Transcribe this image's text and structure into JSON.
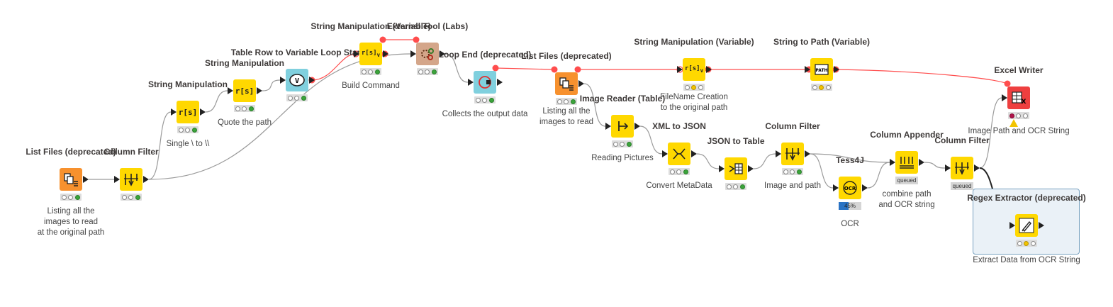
{
  "nodes": [
    {
      "id": "list-files-1",
      "title": "List Files (deprecated)",
      "desc": "Listing all the\nimages to read\nat the original path",
      "kind": "source",
      "color": "#f7912e",
      "status": "ggg"
    },
    {
      "id": "column-filter-1",
      "title": "Column Filter",
      "desc": "",
      "kind": "filter",
      "color": "#ffd800",
      "status": "ggg"
    },
    {
      "id": "string-manip-1",
      "title": "String Manipulation",
      "desc": "Single \\ to \\\\",
      "kind": "rs",
      "color": "#ffd800",
      "status": "ggg"
    },
    {
      "id": "string-manip-2",
      "title": "String Manipulation",
      "desc": "Quote the path",
      "kind": "rs",
      "color": "#ffd800",
      "status": "ggg"
    },
    {
      "id": "table-row-loop",
      "title": "Table Row to Variable Loop Start",
      "desc": "",
      "kind": "loopstart",
      "color": "#80d0de",
      "status": "ggg"
    },
    {
      "id": "string-manip-var-1",
      "title": "String Manipulation (Variable)",
      "desc": "Build Command",
      "kind": "rsv",
      "color": "#ffd800",
      "status": "ggg"
    },
    {
      "id": "external-tool",
      "title": "External Tool (Labs)",
      "desc": "",
      "kind": "tool",
      "color": "#d4a68a",
      "status": "ggg"
    },
    {
      "id": "loop-end",
      "title": "Loop End (deprecated)",
      "desc": "Collects the output data",
      "kind": "loopend",
      "color": "#80d0de",
      "status": "ggg"
    },
    {
      "id": "list-files-2",
      "title": "List Files (deprecated)",
      "desc": "Listing all the\nimages to read",
      "kind": "source",
      "color": "#f7912e",
      "status": "ggg"
    },
    {
      "id": "string-manip-var-2",
      "title": "String Manipulation (Variable)",
      "desc": "FileName Creation\nto the original path",
      "kind": "rsv",
      "color": "#ffd800",
      "status": "yyy"
    },
    {
      "id": "string-to-path",
      "title": "String to Path (Variable)",
      "desc": "",
      "kind": "path",
      "color": "#ffd800",
      "status": "yyy"
    },
    {
      "id": "excel-writer",
      "title": "Excel Writer",
      "desc": "Image Path and OCR String",
      "kind": "excel",
      "color": "#ee3f3f",
      "status": "r"
    },
    {
      "id": "image-reader",
      "title": "Image Reader (Table)",
      "desc": "Reading Pictures",
      "kind": "reader",
      "color": "#ffd800",
      "status": "ggg"
    },
    {
      "id": "xml-to-json",
      "title": "XML to JSON",
      "desc": "Convert MetaData",
      "kind": "xmljson",
      "color": "#ffd800",
      "status": "ggg"
    },
    {
      "id": "json-to-table",
      "title": "JSON to Table",
      "desc": "",
      "kind": "jsontable",
      "color": "#ffd800",
      "status": "ggg"
    },
    {
      "id": "column-filter-2",
      "title": "Column Filter",
      "desc": "Image and path",
      "kind": "filter",
      "color": "#ffd800",
      "status": "ggg"
    },
    {
      "id": "tess4j",
      "title": "Tess4J",
      "desc": "OCR",
      "kind": "ocr",
      "color": "#ffd800",
      "progress": "45%"
    },
    {
      "id": "column-appender",
      "title": "Column Appender",
      "desc": "combine path\nand OCR string",
      "kind": "appender",
      "color": "#ffd800",
      "queued": "queued"
    },
    {
      "id": "column-filter-3",
      "title": "Column Filter",
      "desc": "",
      "kind": "filter",
      "color": "#ffd800",
      "queued": "queued"
    },
    {
      "id": "regex-extractor",
      "title": "Regex Extractor (deprecated)",
      "desc": "Extract Data from OCR String",
      "kind": "regex",
      "color": "#ffd800",
      "status": "yyy"
    }
  ],
  "progress_fraction": 0.45,
  "colors": {
    "data_connection": "#9a9a9a",
    "flow_variable_connection": "#ff4d4d",
    "annotation_fill": "#eaf1f7",
    "annotation_border": "#7aa3c1"
  }
}
